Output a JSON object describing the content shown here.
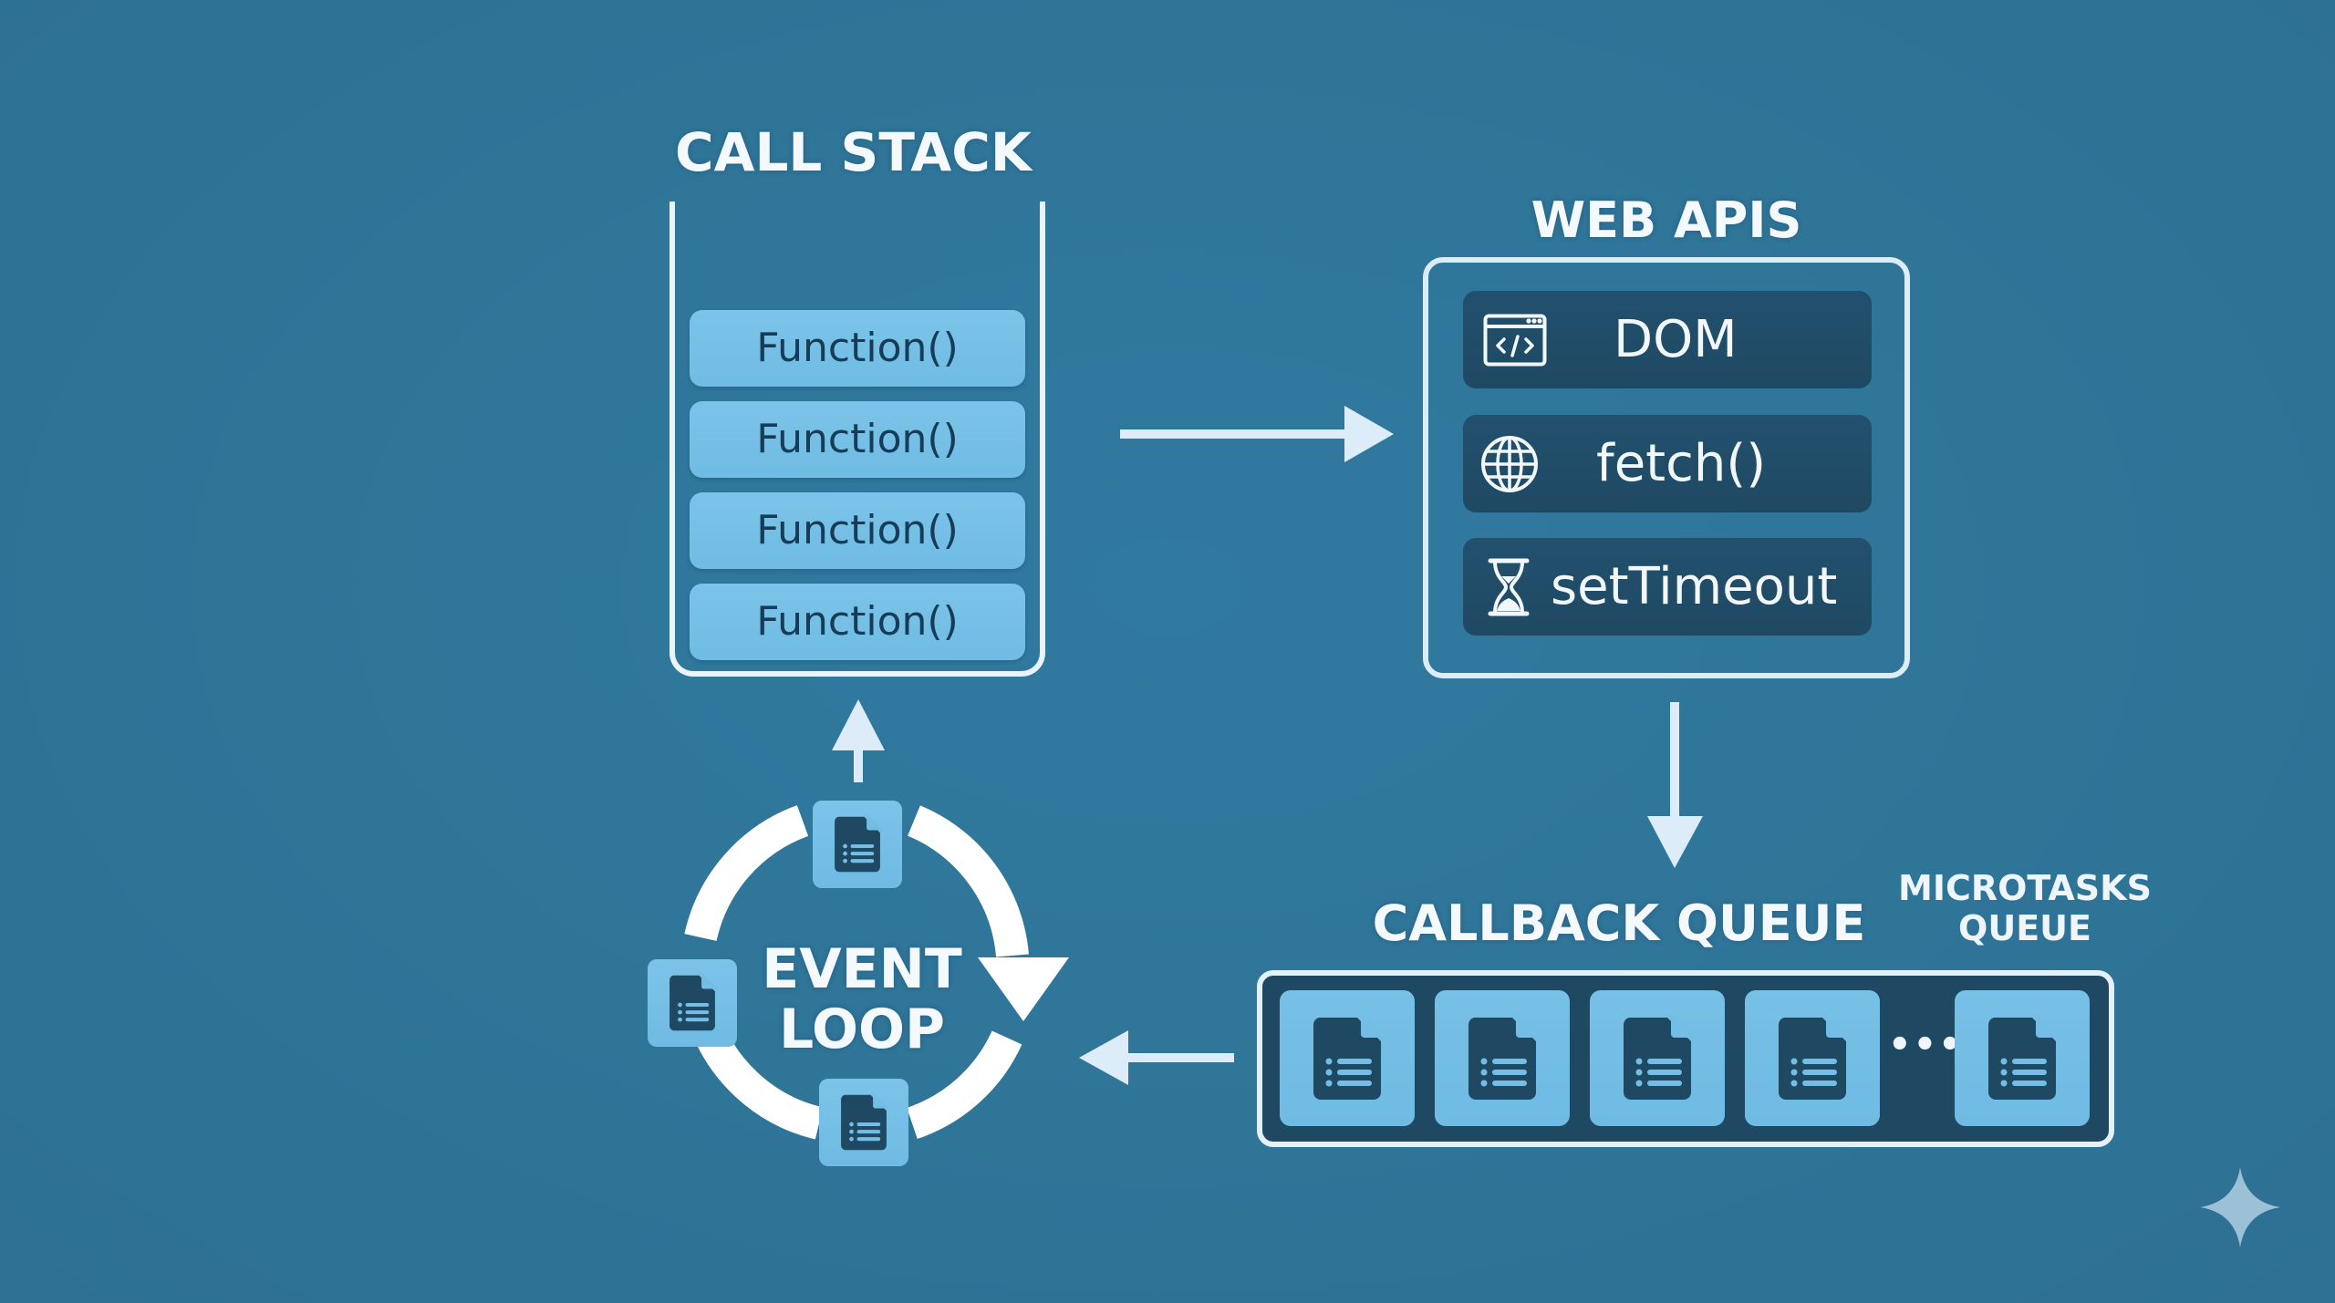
{
  "diagram": {
    "title": "JavaScript Event Loop",
    "colors": {
      "background": "#2f7598",
      "stack_block": "#74bfe6",
      "stack_text": "#163c57",
      "api_row": "#214e6a",
      "queue_bg": "#1f4963",
      "task_tile": "#74bee5",
      "outline": "#e6f2fb",
      "arrow": "#dcecf8"
    }
  },
  "call_stack": {
    "title": "CALL STACK",
    "frames": [
      {
        "label": "Function()"
      },
      {
        "label": "Function()"
      },
      {
        "label": "Function()"
      },
      {
        "label": "Function()"
      }
    ]
  },
  "web_apis": {
    "title": "WEB APIS",
    "items": [
      {
        "label": "DOM",
        "icon": "browser-code-icon"
      },
      {
        "label": "fetch()",
        "icon": "globe-icon"
      },
      {
        "label": "setTimeout",
        "icon": "hourglass-icon"
      }
    ]
  },
  "callback_queue": {
    "title": "CALLBACK QUEUE",
    "microtasks_title_line1": "MICROTASKS",
    "microtasks_title_line2": "QUEUE",
    "visible_tasks": 5,
    "ellipsis": "•••",
    "task_icon": "document-list-icon"
  },
  "event_loop": {
    "label_line1": "EVENT",
    "label_line2": "LOOP",
    "task_icon": "document-list-icon",
    "tiles": 3
  },
  "arrows": [
    {
      "name": "call-stack-to-web-apis",
      "direction": "right"
    },
    {
      "name": "web-apis-to-callback-queue",
      "direction": "down"
    },
    {
      "name": "callback-queue-to-event-loop",
      "direction": "left"
    },
    {
      "name": "event-loop-to-call-stack",
      "direction": "up"
    }
  ],
  "watermark": {
    "icon": "sparkle-icon"
  }
}
